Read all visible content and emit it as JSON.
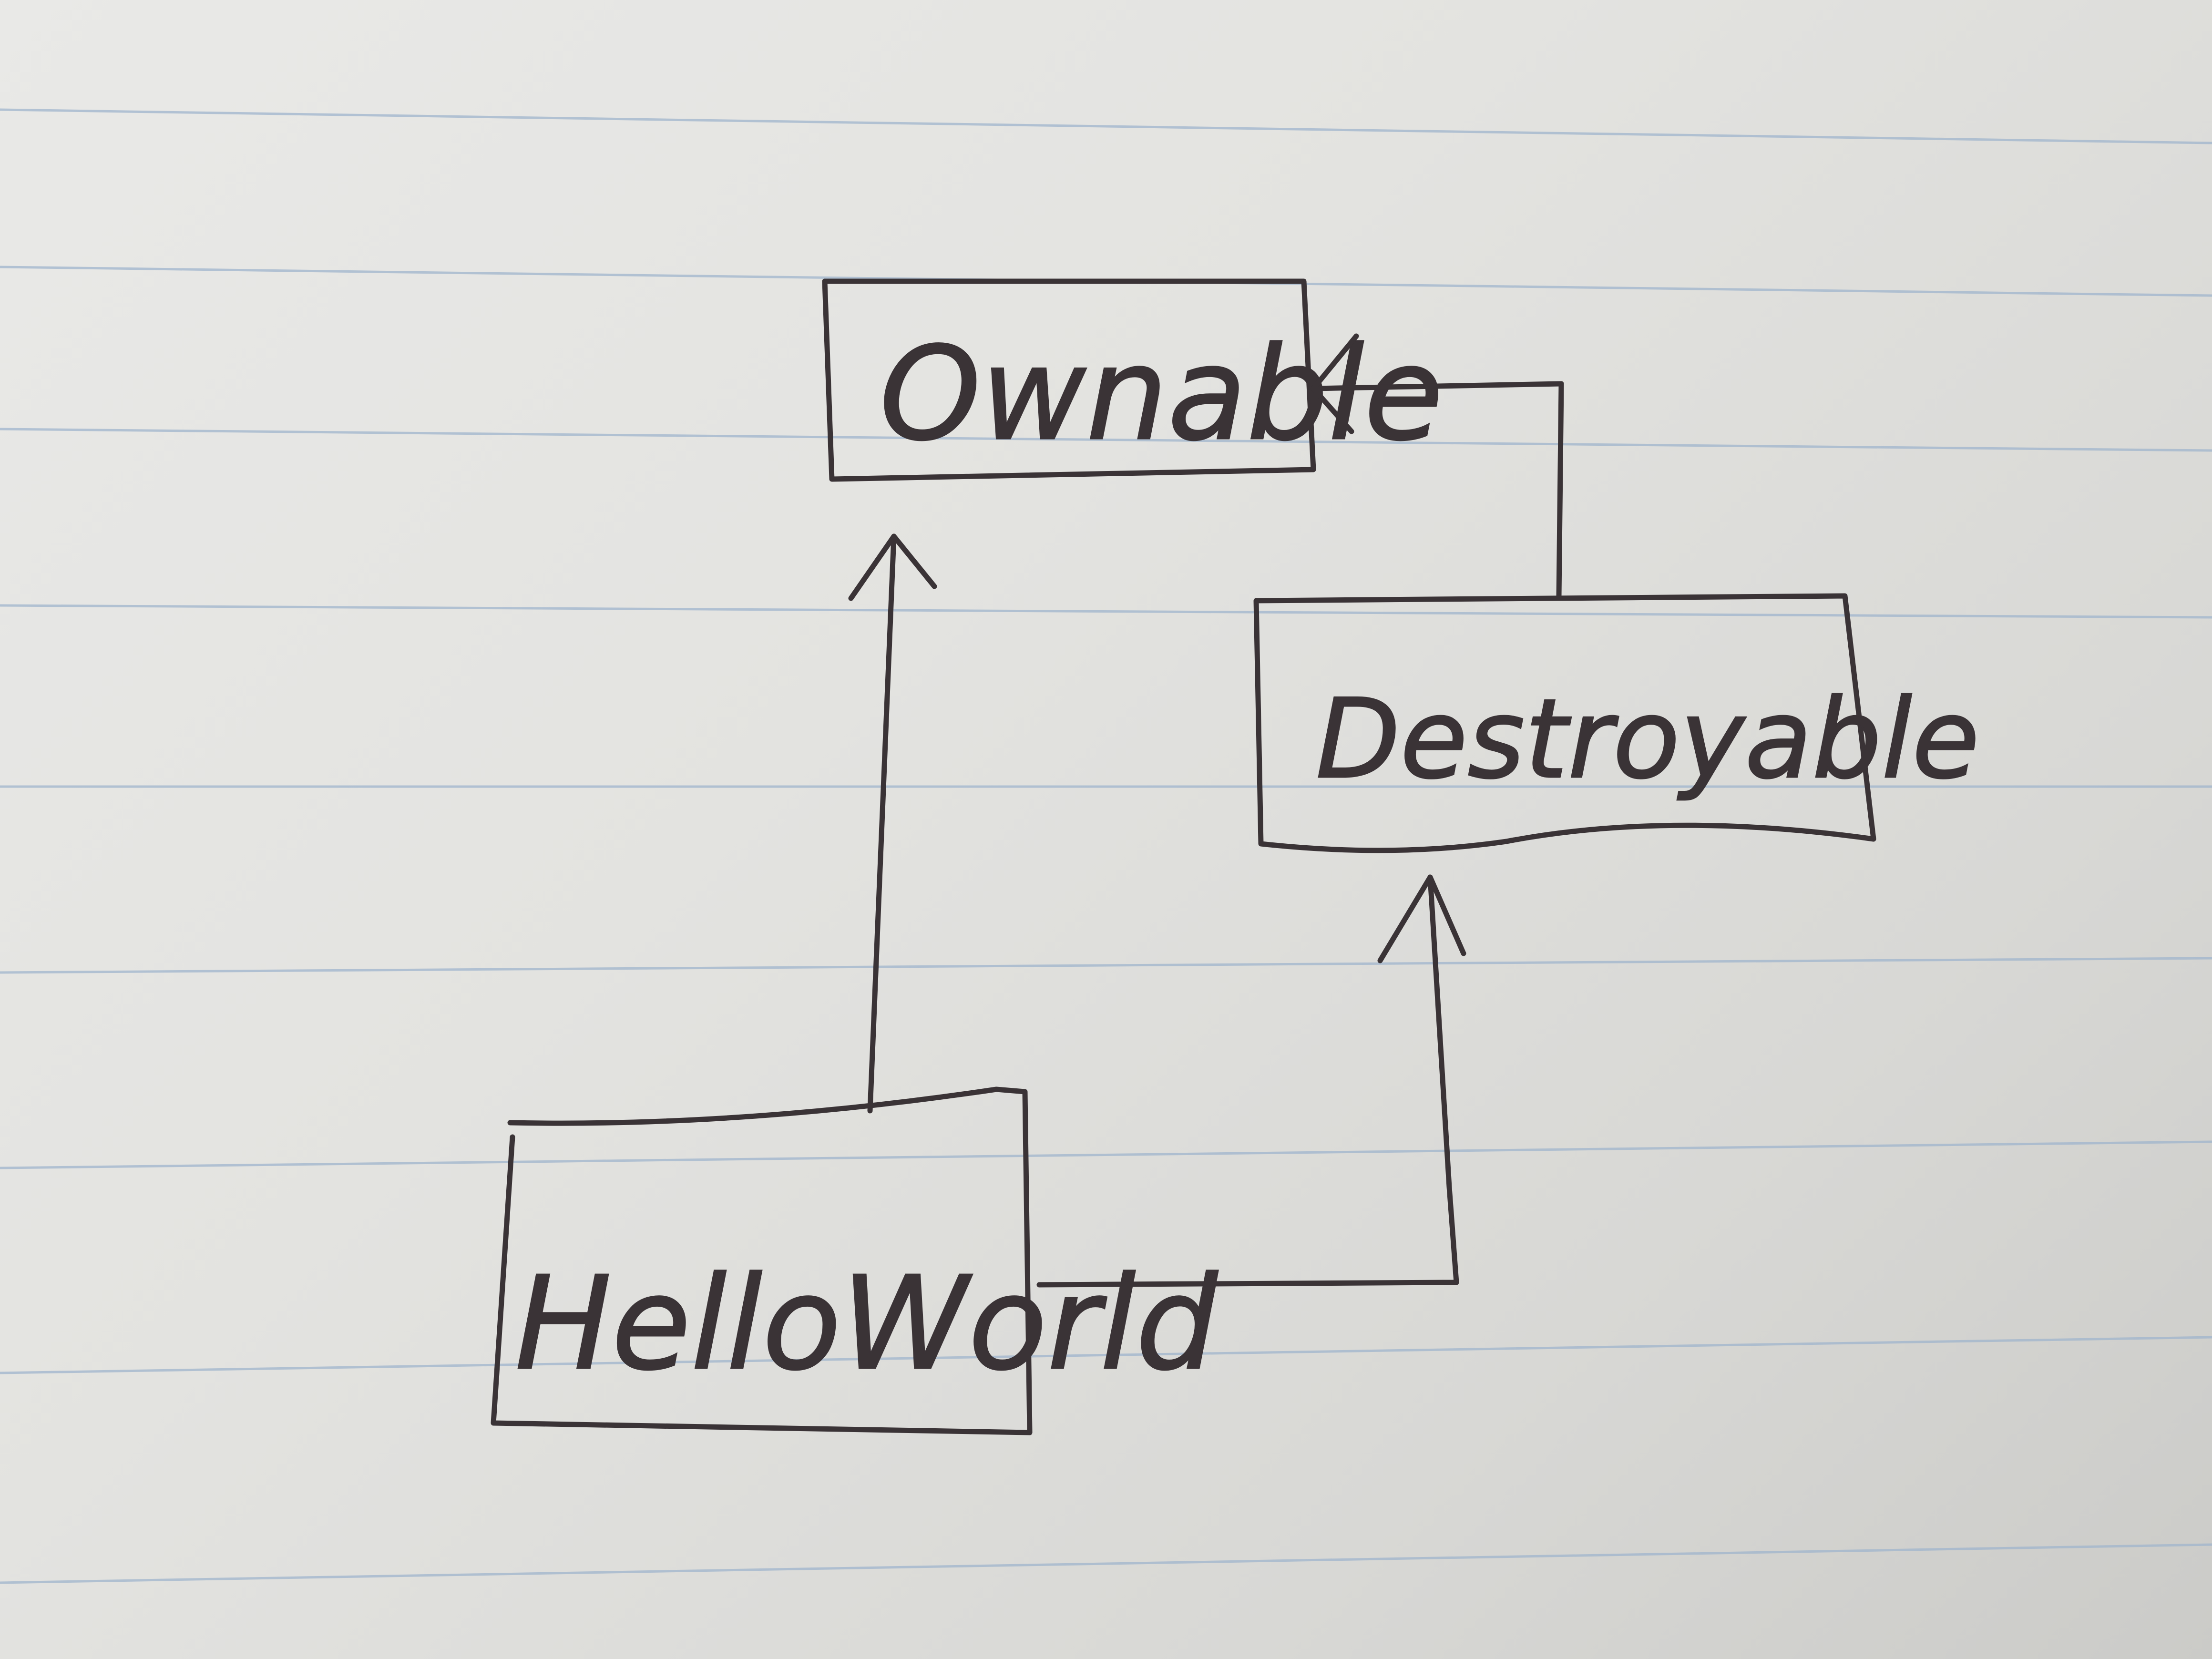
{
  "diagram": {
    "nodes": [
      {
        "id": "ownable",
        "label": "Ownable"
      },
      {
        "id": "destroyable",
        "label": "Destroyable"
      },
      {
        "id": "helloworld",
        "label": "HelloWorld"
      }
    ],
    "edges": [
      {
        "from": "helloworld",
        "to": "ownable",
        "arrow": "open"
      },
      {
        "from": "helloworld",
        "to": "destroyable",
        "arrow": "open"
      },
      {
        "from": "destroyable",
        "to": "ownable",
        "arrow": "open"
      }
    ]
  },
  "colors": {
    "ink": "#3a3336",
    "ruled_line": "#9fb4cc",
    "paper": "#e6e6e3"
  }
}
